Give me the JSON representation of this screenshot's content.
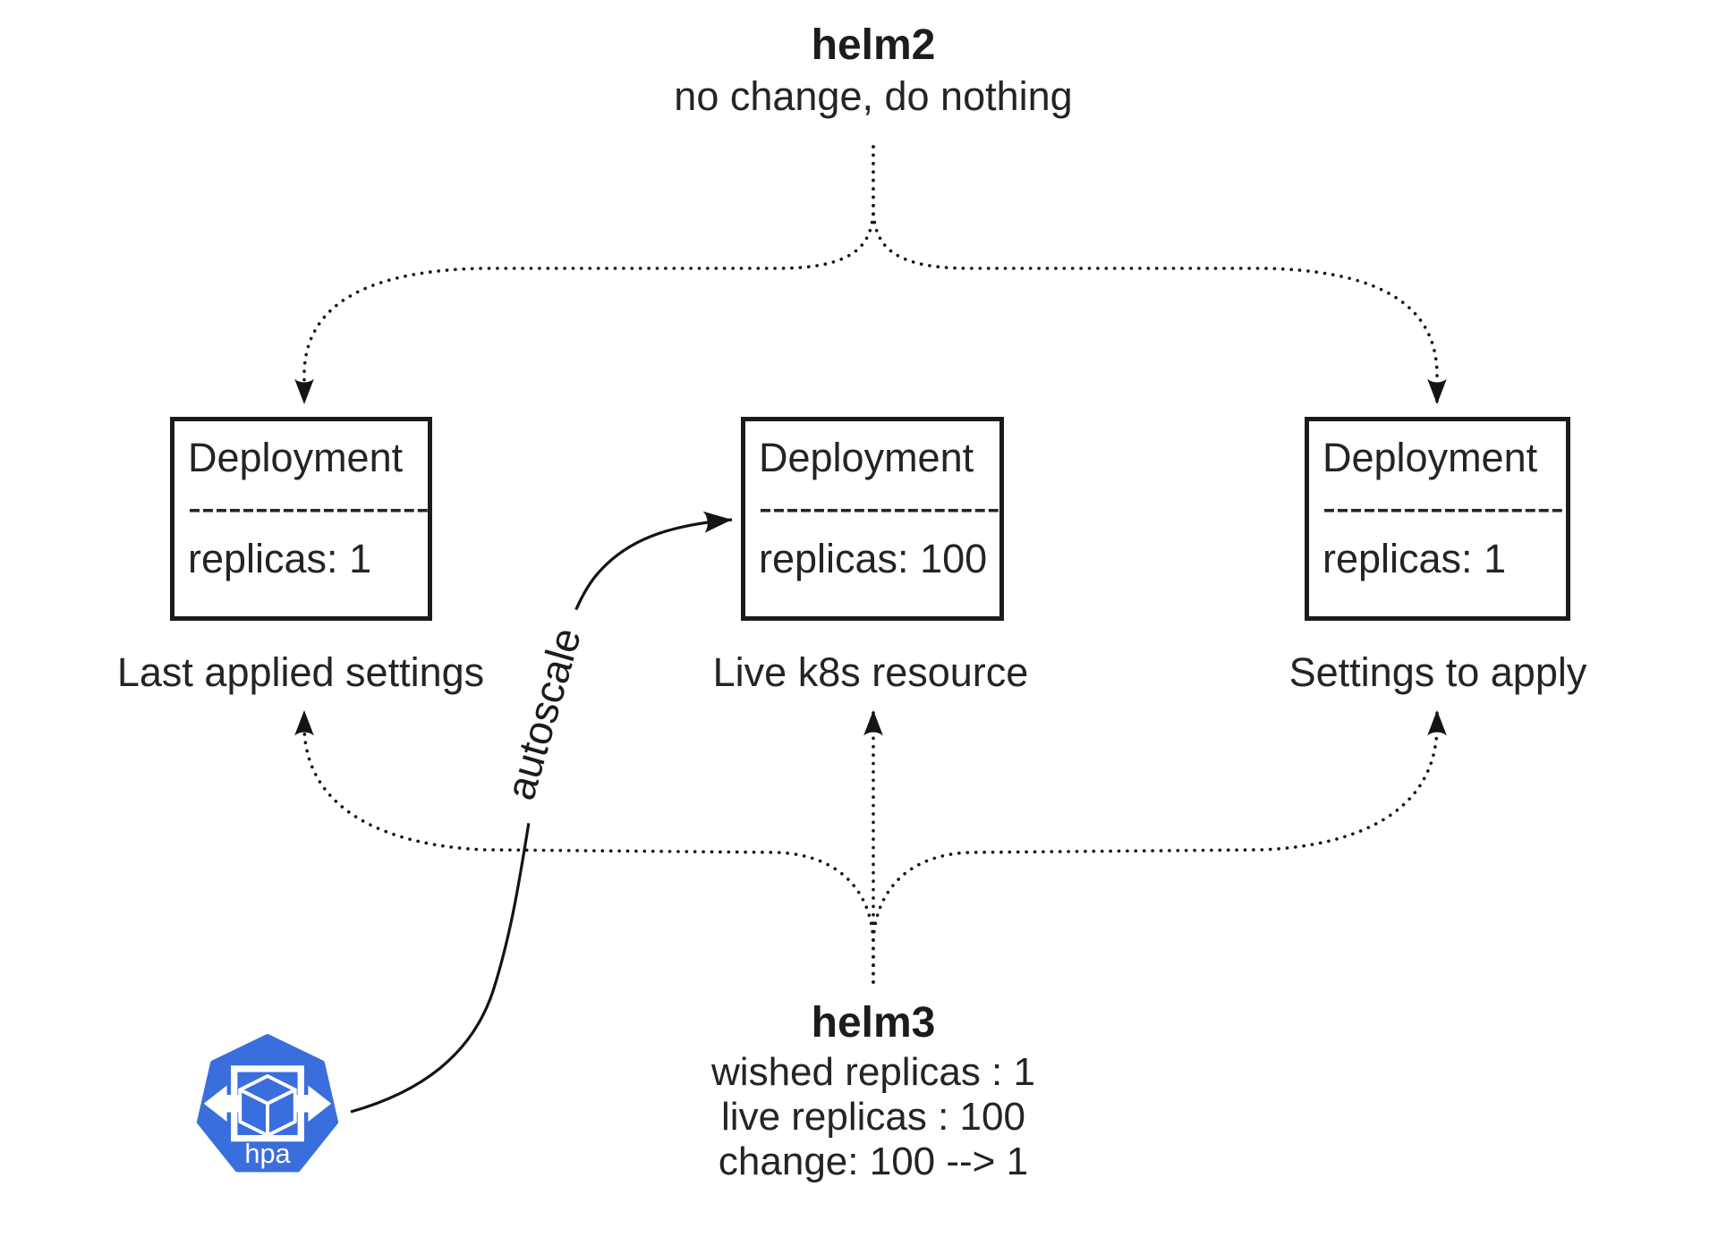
{
  "diagram": {
    "helm2": {
      "title": "helm2",
      "subtitle": "no change, do nothing"
    },
    "helm3": {
      "title": "helm3",
      "line1": "wished replicas : 1",
      "line2": "live replicas : 100",
      "line3": "change: 100 --> 1"
    },
    "boxes": [
      {
        "title": "Deployment",
        "divider": "------------------",
        "value": "replicas: 1",
        "caption": "Last applied settings"
      },
      {
        "title": "Deployment",
        "divider": "------------------",
        "value": "replicas: 100",
        "caption": "Live k8s resource"
      },
      {
        "title": "Deployment",
        "divider": "------------------",
        "value": "replicas: 1",
        "caption": "Settings to apply"
      }
    ],
    "autoscale_label": "autoscale",
    "hpa_icon": {
      "label": "hpa",
      "color": "#3b6edd"
    },
    "colors": {
      "ink": "#151515",
      "background": "#ffffff"
    }
  }
}
